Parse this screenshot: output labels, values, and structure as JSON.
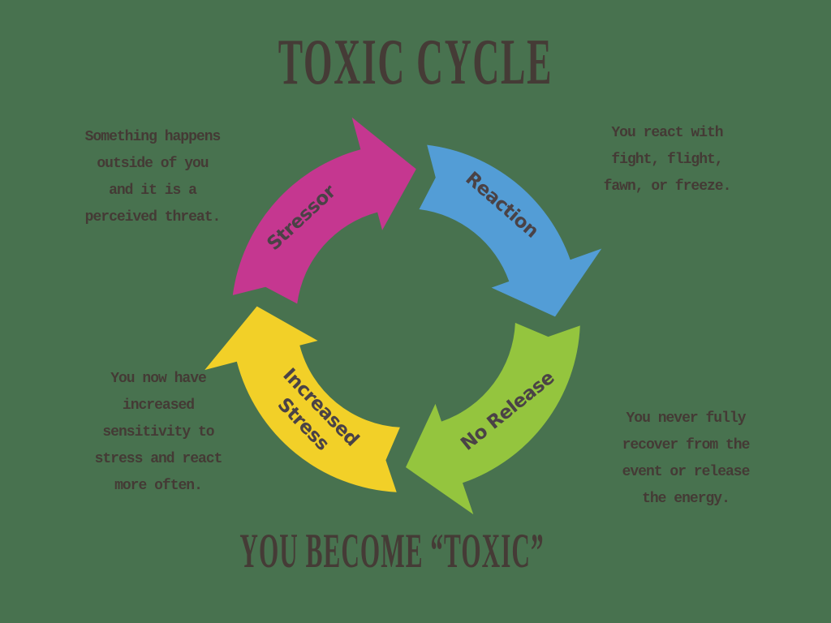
{
  "background_color": "#48724f",
  "title": "TOXIC CYCLE",
  "subtitle": "YOU BECOME “TOXIC”",
  "title_color": "#453b36",
  "note_color": "#443a35",
  "arrow_label_color": "#4a4246",
  "cycle": {
    "arrows": [
      {
        "id": "stressor",
        "label": "Stressor",
        "color": "#c53790"
      },
      {
        "id": "reaction",
        "label": "Reaction",
        "color": "#539dd6"
      },
      {
        "id": "no-release",
        "label": "No Release",
        "color": "#94c53e"
      },
      {
        "id": "increased-stress",
        "label": "Increased Stress",
        "label_lines": [
          "Increased",
          "Stress"
        ],
        "color": "#f2d028"
      }
    ]
  },
  "annotations": {
    "top_left": "Something happens\noutside of you\nand it is a\nperceived threat.",
    "top_right": "You react with\nfight, flight,\nfawn, or freeze.",
    "bottom_left": "You now have\nincreased\nsensitivity to\nstress and react\nmore often.",
    "bottom_right": "You never fully\nrecover from the\nevent or release\nthe energy."
  }
}
